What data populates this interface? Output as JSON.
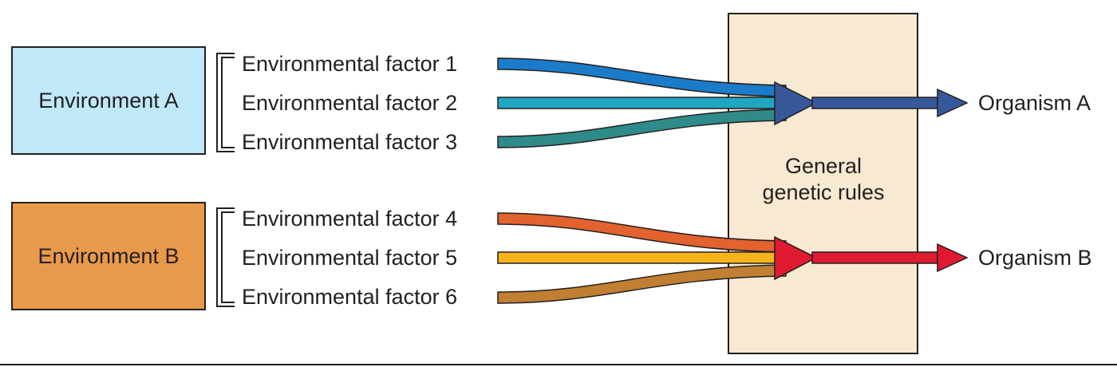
{
  "environments": [
    {
      "label": "Environment A",
      "color": "#bfe8f9"
    },
    {
      "label": "Environment B",
      "color": "#e9994a"
    }
  ],
  "factors": [
    {
      "label": "Environmental factor 1",
      "color": "#1a7bc9"
    },
    {
      "label": "Environmental factor 2",
      "color": "#1fa7c2"
    },
    {
      "label": "Environmental factor 3",
      "color": "#2f8a8a"
    },
    {
      "label": "Environmental factor 4",
      "color": "#e2632e"
    },
    {
      "label": "Environmental factor 5",
      "color": "#f6b41c"
    },
    {
      "label": "Environmental factor 6",
      "color": "#c07f33"
    }
  ],
  "rules": {
    "line1": "General",
    "line2": "genetic rules",
    "color": "#f8ead2"
  },
  "organisms": [
    {
      "label": "Organism A",
      "color": "#36589a"
    },
    {
      "label": "Organism B",
      "color": "#e01a30"
    }
  ]
}
